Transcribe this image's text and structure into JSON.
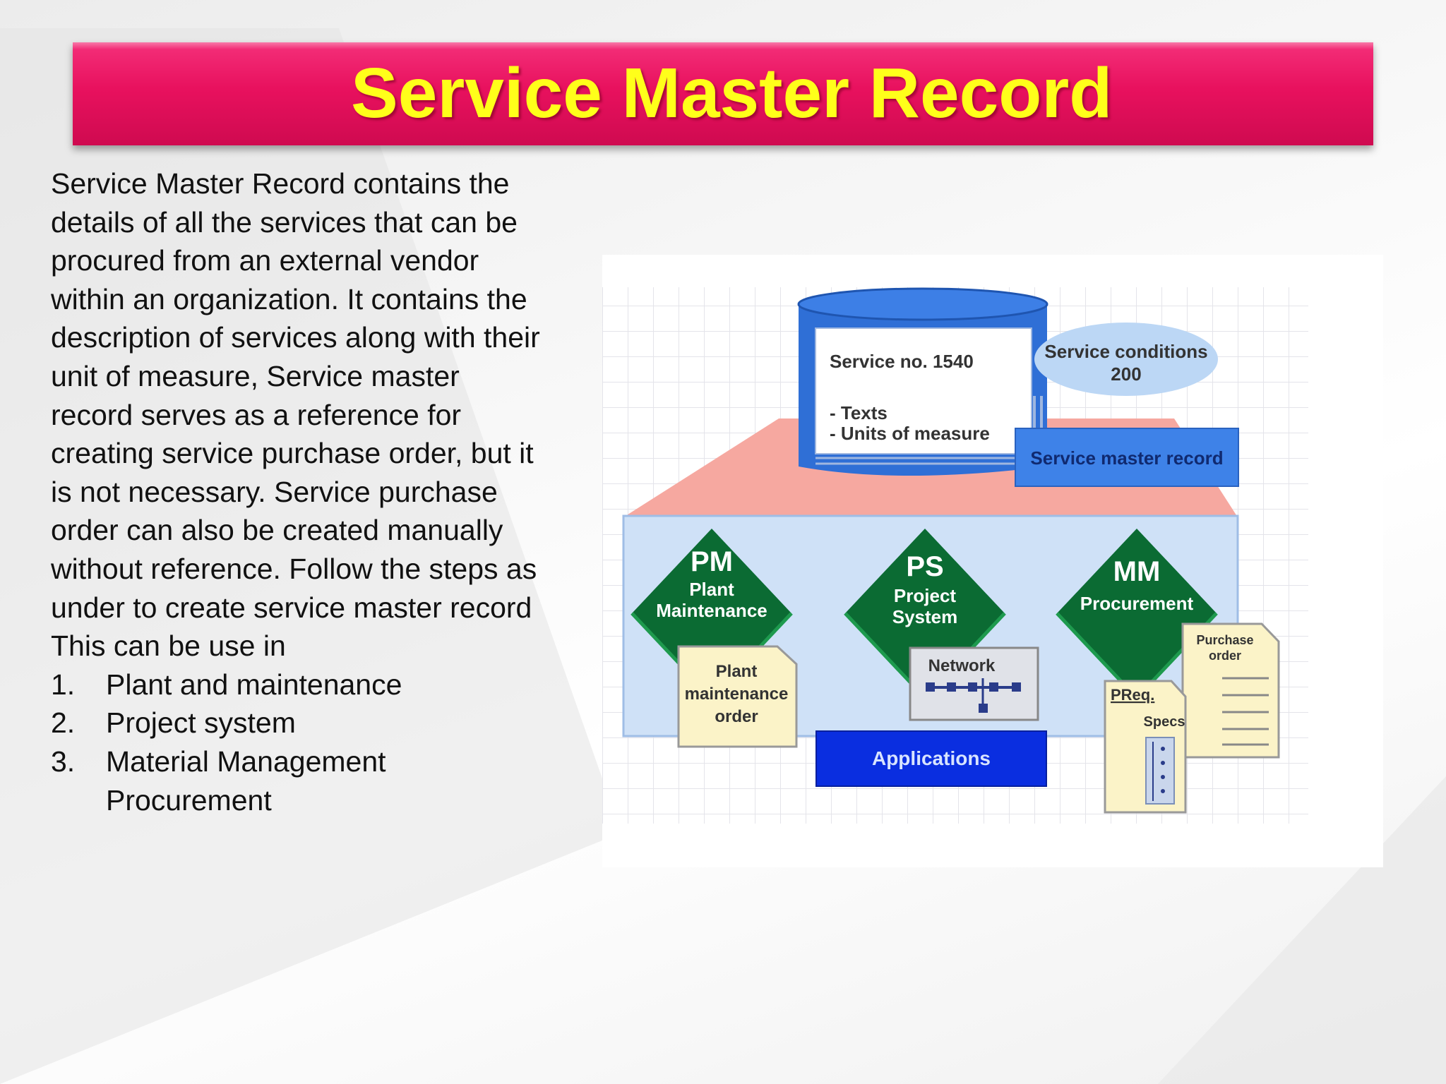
{
  "slide": {
    "title": "Service Master Record",
    "paragraph": "Service Master Record contains the details of all the services that can be procured from an external vendor within an organization. It contains the description of services along with their unit of measure, Service master record serves as a reference for creating service purchase order, but it is not necessary. Service purchase order can also be created manually without reference. Follow the steps as under to create service master record",
    "lead": "This can be use in",
    "list": [
      {
        "num": "1.",
        "text": "Plant and maintenance"
      },
      {
        "num": "2.",
        "text": "Project system"
      },
      {
        "num": "3.",
        "text": "Material Management Procurement"
      }
    ]
  },
  "diagram": {
    "cylinder_label": "Service no. 1540",
    "bullet_texts": "- Texts",
    "bullet_units": "- Units of measure",
    "conditions_line1": "Service conditions",
    "conditions_line2": "200",
    "master_record": "Service master record",
    "pm_abbr": "PM",
    "pm_line1": "Plant",
    "pm_line2": "Maintenance",
    "ps_abbr": "PS",
    "ps_line1": "Project",
    "ps_line2": "System",
    "mm_abbr": "MM",
    "mm_line1": "Procurement",
    "pm_order_1": "Plant",
    "pm_order_2": "maintenance",
    "pm_order_3": "order",
    "network": "Network",
    "purchase_1": "Purchase",
    "purchase_2": "order",
    "preq": "PReq.",
    "specs": "Specs",
    "applications": "Applications",
    "colors": {
      "title_bar": "#e8115e",
      "title_text": "#ffff1a",
      "diamond": "#0b6b33",
      "applications": "#0a2ee0",
      "cylinder": "#2f6fd6"
    }
  }
}
